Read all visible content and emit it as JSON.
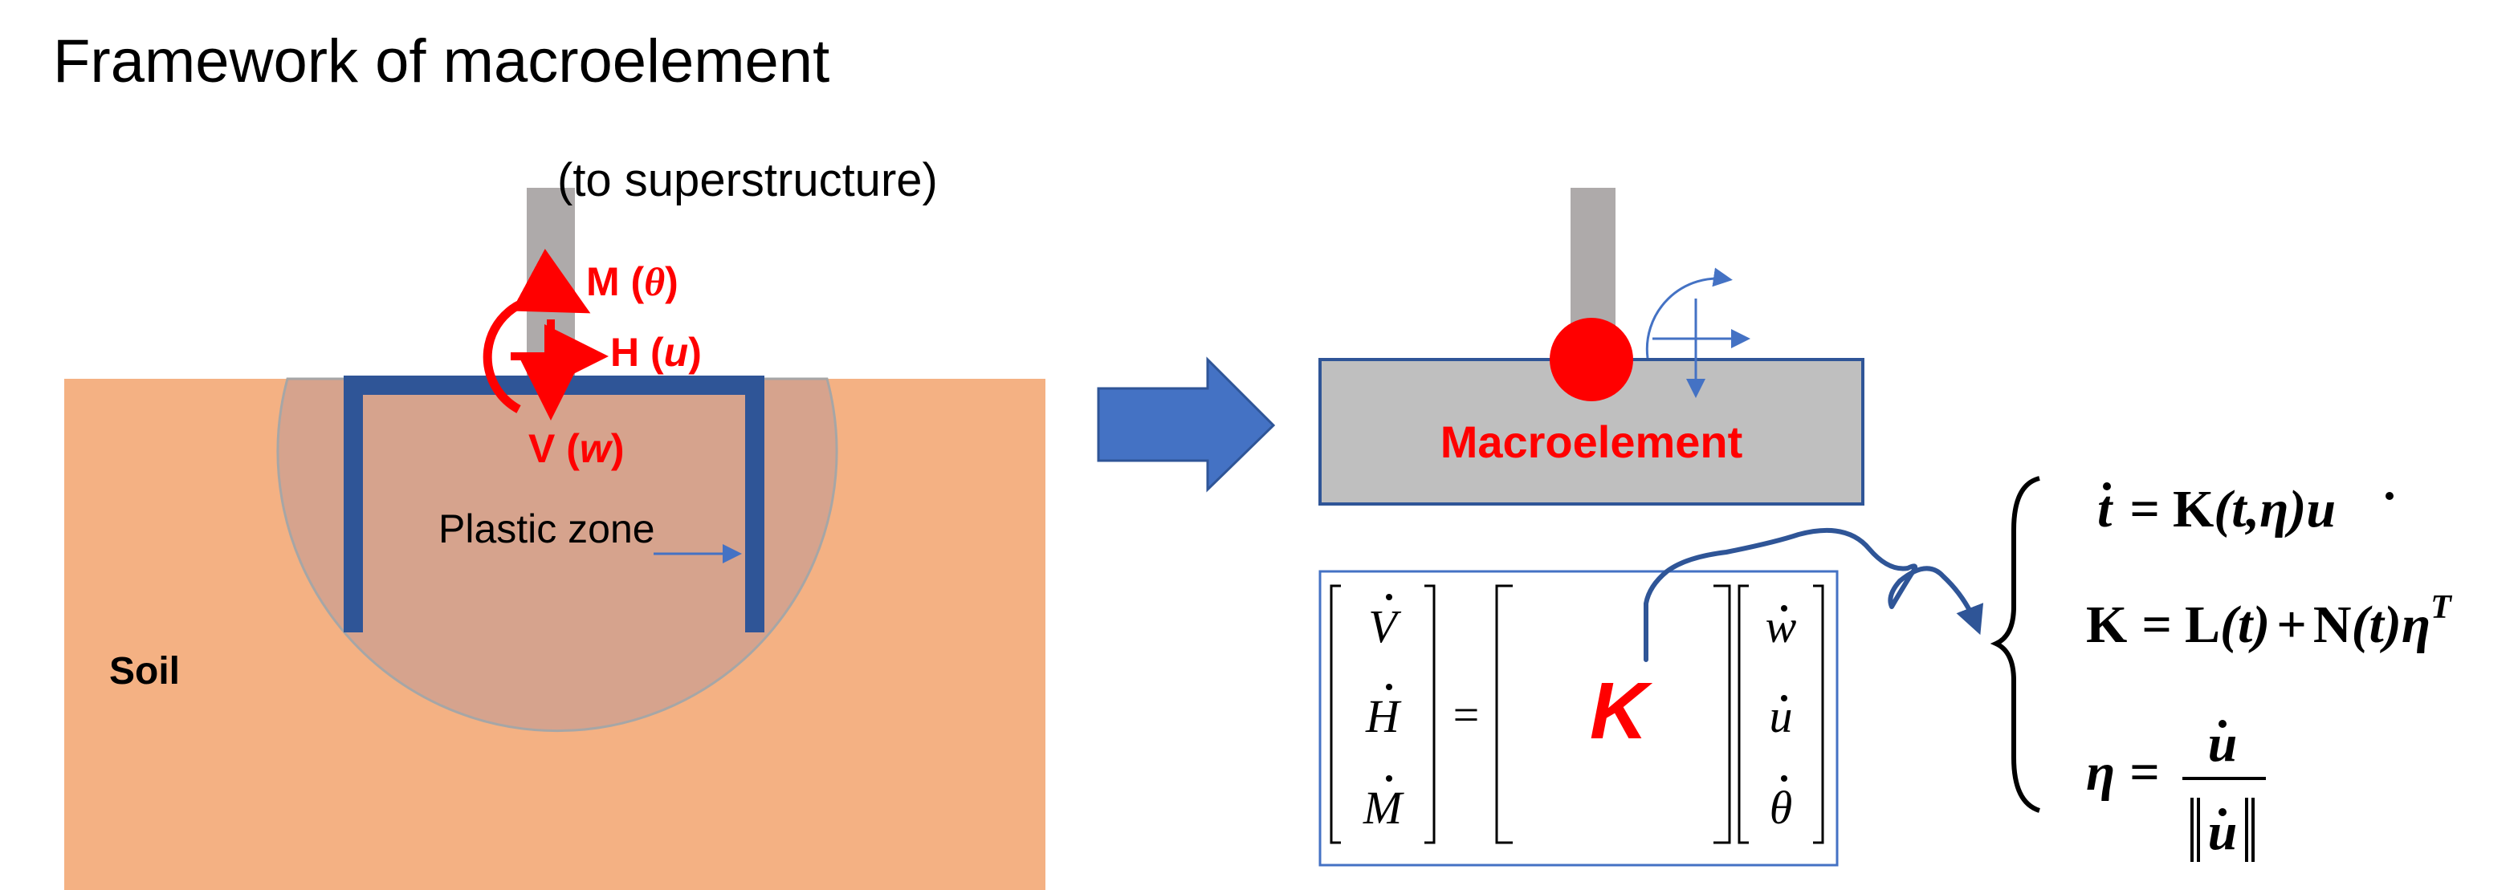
{
  "title": "Framework of macroelement",
  "left_panel": {
    "superstructure_label": "(to superstructure)",
    "moment_label": {
      "prefix": "M (",
      "symbol": "θ",
      "suffix": ")"
    },
    "horizontal_label": {
      "prefix": "H (",
      "symbol": "u",
      "suffix": ")"
    },
    "vertical_label": {
      "prefix": "V (",
      "symbol": "w",
      "suffix": ")"
    },
    "plastic_zone_label": "Plastic zone",
    "soil_label": "Soil"
  },
  "right_panel": {
    "macroelement_label": "Macroelement",
    "stiffness_symbol": "K",
    "force_vector": [
      "V",
      "H",
      "M"
    ],
    "displacement_vector": [
      "w",
      "u",
      "θ"
    ],
    "equals": "="
  },
  "equations": {
    "eq1": {
      "lhs": "t",
      "eq": "=",
      "rhs_K": "K",
      "args": "(t,η)",
      "vec": "u"
    },
    "eq2": {
      "lhs": "K",
      "eq": "=",
      "L": "L",
      "t1": "(t)",
      "plus": "+",
      "N": "N",
      "t2": "(t)",
      "eta": "η",
      "sup": "T"
    },
    "eq3": {
      "lhs": "η",
      "eq": "=",
      "num": "u",
      "den": "u"
    }
  },
  "colors": {
    "soil": "#F4B183",
    "plastic_zone": "#D6A38D",
    "foundation": "#2F5597",
    "column": "#AEAAAA",
    "red_accent": "#FF0000",
    "arrow_blue": "#4472C4",
    "macro_box": "#BFBFBF"
  }
}
